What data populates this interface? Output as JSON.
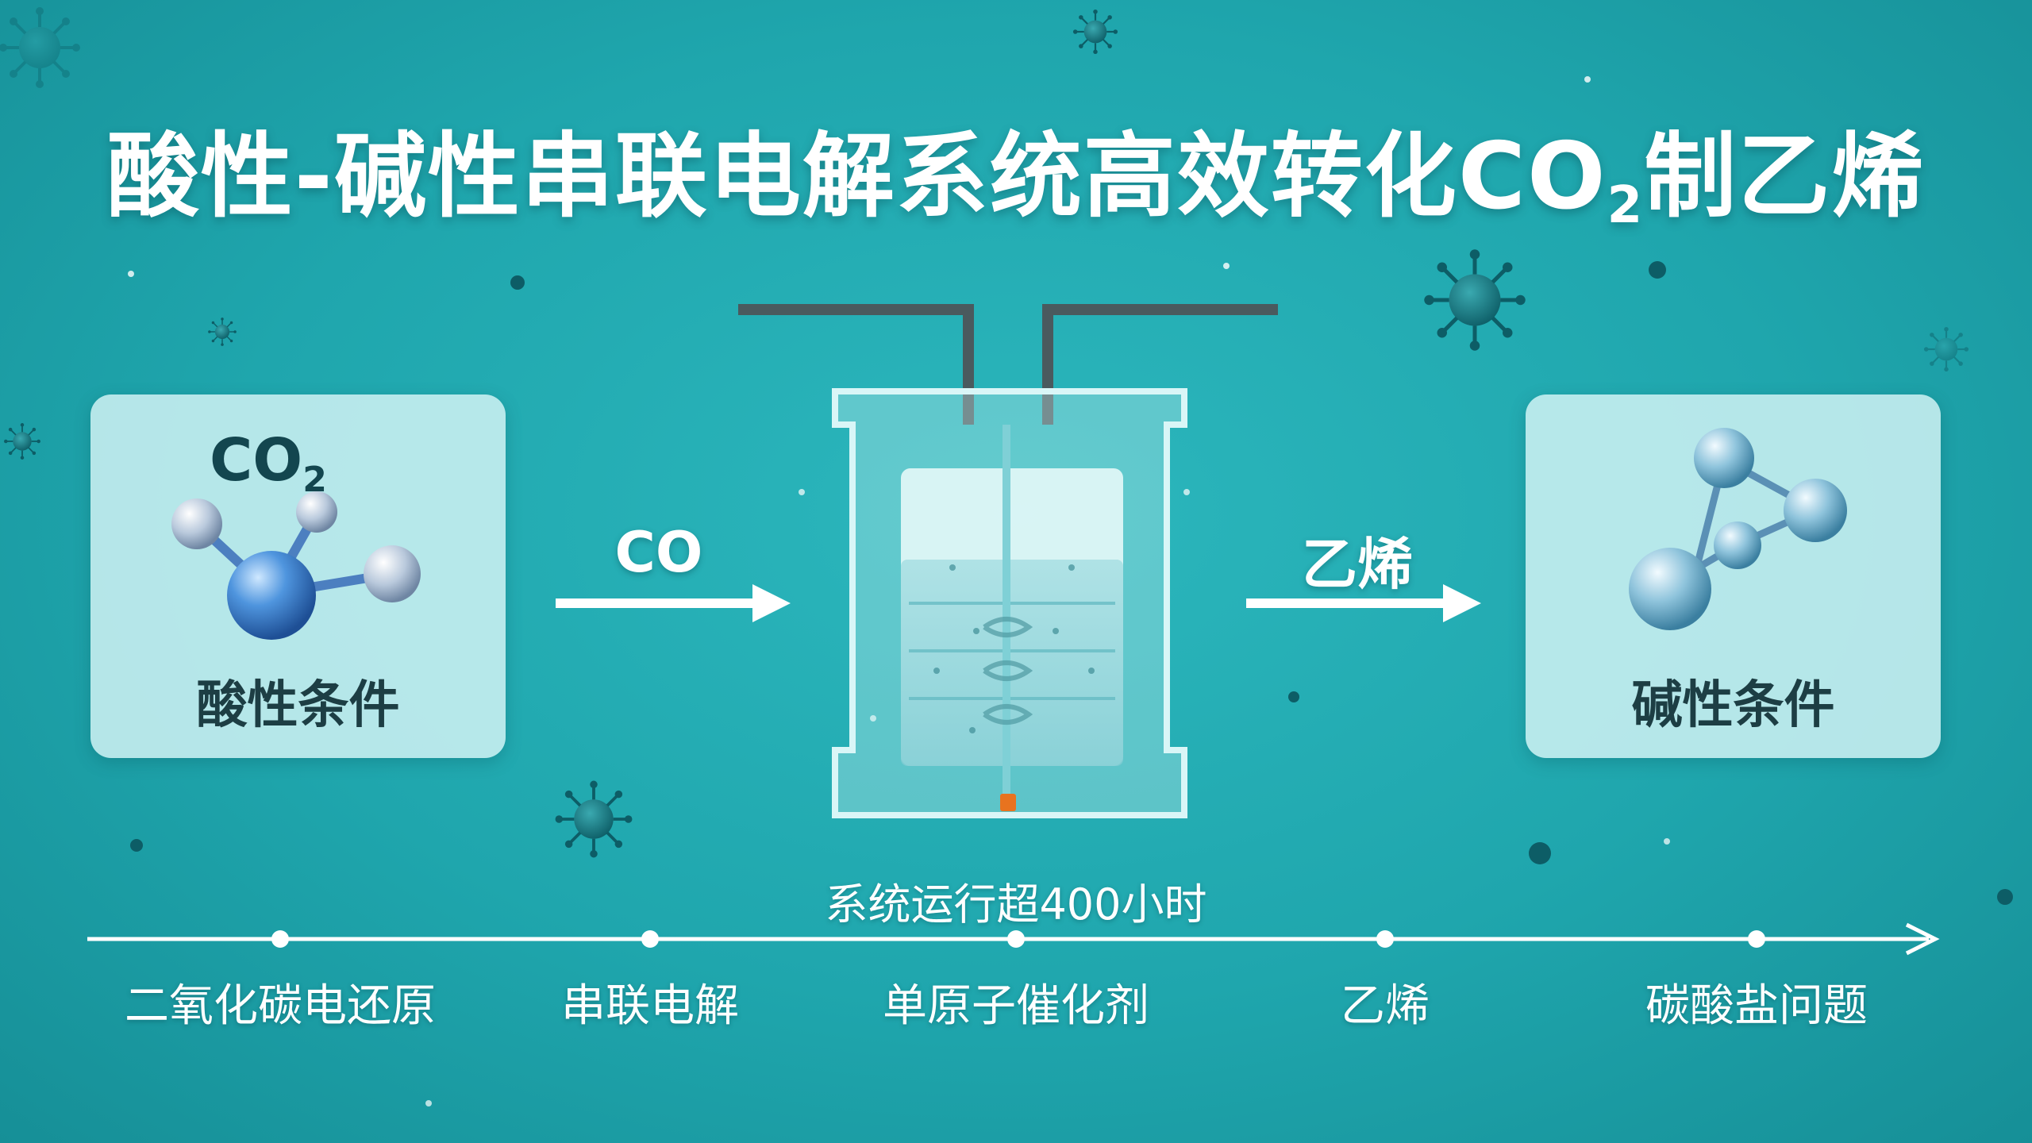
{
  "title": {
    "main": "酸性-碱性串联电解系统高效转化CO",
    "subscript": "2",
    "suffix": "制乙烯"
  },
  "left_panel": {
    "formula_main": "CO",
    "formula_sub": "2",
    "label": "酸性条件"
  },
  "right_panel": {
    "label": "碱性条件"
  },
  "arrows": {
    "left_label": "CO",
    "right_label": "乙烯"
  },
  "runtime_text": "系统运行超400小时",
  "timeline": {
    "items": [
      {
        "label": "二氧化碳电还原"
      },
      {
        "label": "串联电解"
      },
      {
        "label": "单原子催化剂"
      },
      {
        "label": "乙烯"
      },
      {
        "label": "碳酸盐问题"
      }
    ]
  },
  "colors": {
    "background": "#1fa6ad",
    "panel": "#d7f5f6",
    "text_dark": "#1d3e44",
    "electrode": "#4a5a5e",
    "accent_orange": "#e8731f",
    "white": "#ffffff"
  },
  "icons": [
    "co2-molecule-icon",
    "ethylene-molecule-icon",
    "electrolytic-cell-icon",
    "virus-particle-icon"
  ]
}
